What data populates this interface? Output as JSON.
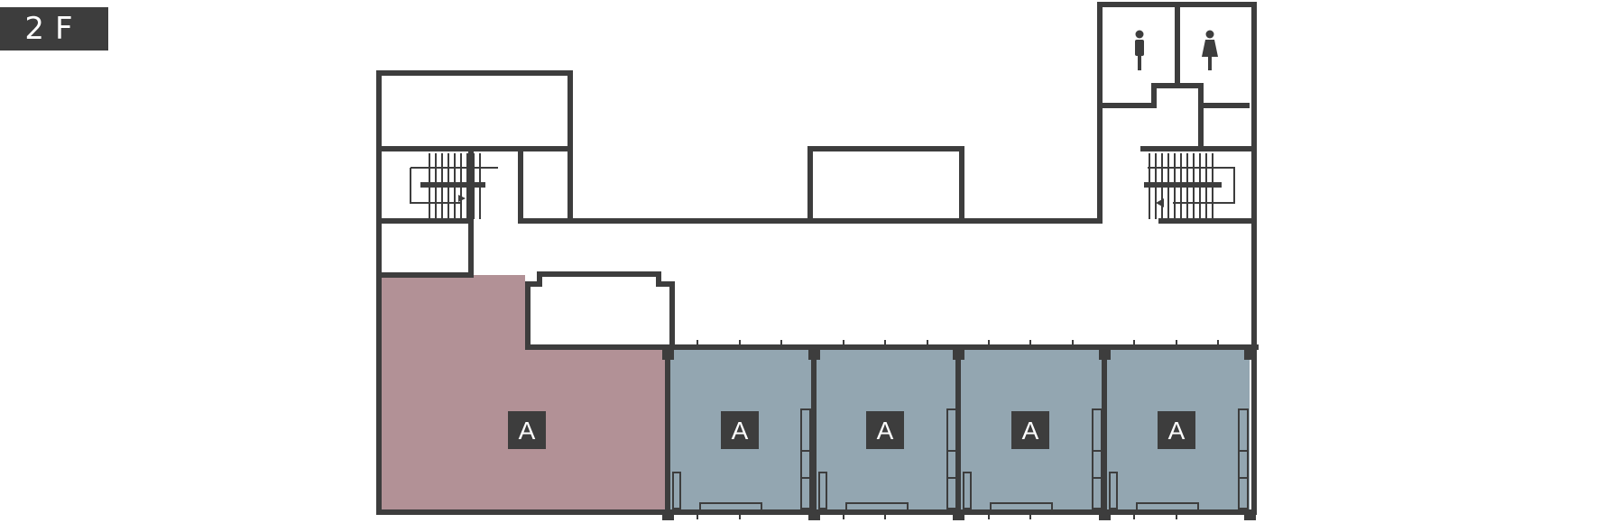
{
  "floor": {
    "label": "2F"
  },
  "legend_colors": {
    "unit_large": "#b29196",
    "unit_small": "#93a6b1",
    "wall": "#3d3d3d"
  },
  "rooms": [
    {
      "label": "A",
      "color": "#b29196"
    },
    {
      "label": "A",
      "color": "#93a6b1"
    },
    {
      "label": "A",
      "color": "#93a6b1"
    },
    {
      "label": "A",
      "color": "#93a6b1"
    },
    {
      "label": "A",
      "color": "#93a6b1"
    }
  ],
  "icons": [
    "stairs-icon",
    "stairs-icon",
    "male-restroom-icon",
    "female-restroom-icon"
  ]
}
